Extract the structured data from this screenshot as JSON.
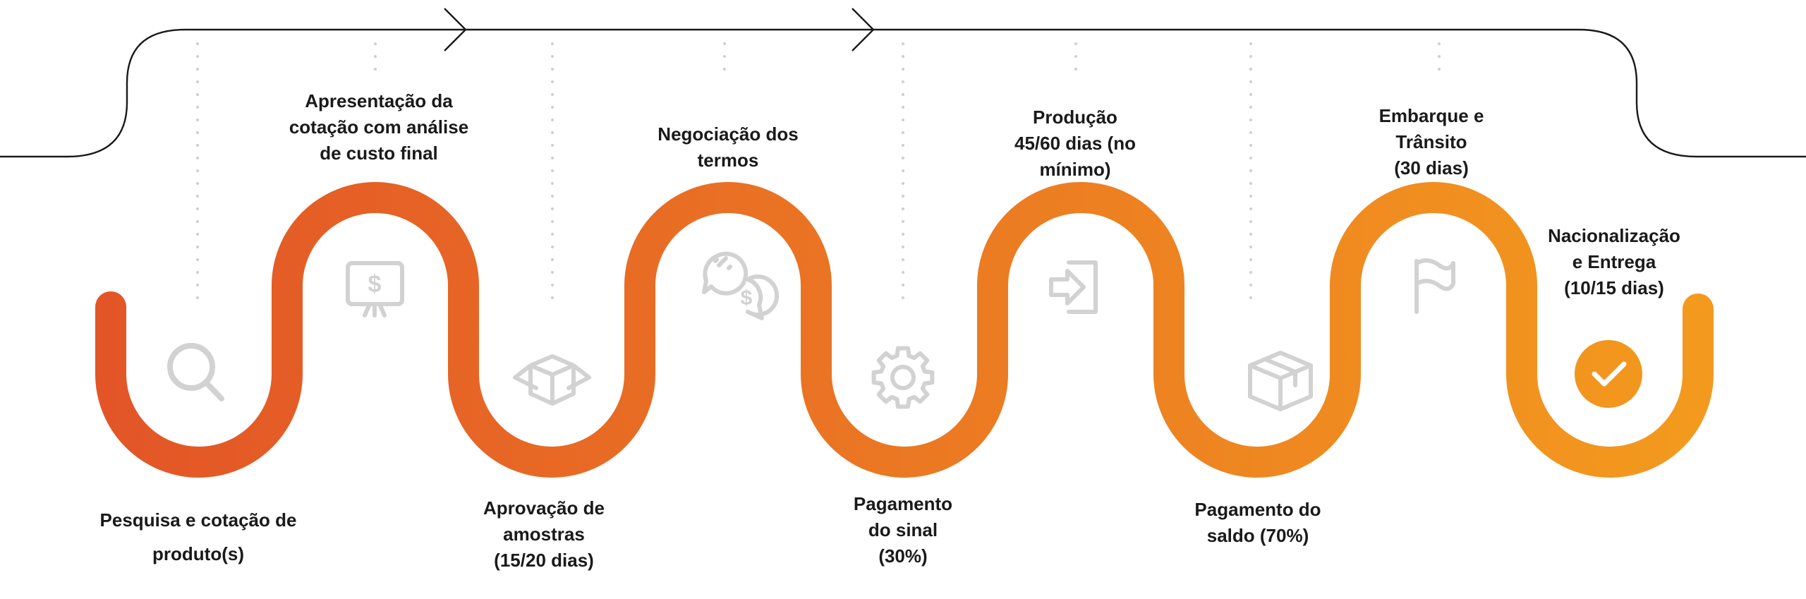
{
  "theme": {
    "gradient_start": "#E35527",
    "gradient_end": "#F39A1E",
    "icon_color": "#D2D2D2",
    "dot_color": "#CFCFCF",
    "top_line_color": "#1A1A1A",
    "text_color": "#1A1A1A"
  },
  "steps": [
    {
      "id": "pesquisa",
      "icon": "search-icon",
      "label_lines": [
        "Pesquisa e cotação de",
        "produto(s)"
      ]
    },
    {
      "id": "apresentacao",
      "icon": "presentation-board-dollar-icon",
      "label_lines": [
        "Apresentação da",
        "cotação com análise",
        "de  custo final"
      ]
    },
    {
      "id": "aprovacao",
      "icon": "open-box-icon",
      "label_lines": [
        "Aprovação de",
        "amostras",
        "(15/20 dias)"
      ]
    },
    {
      "id": "negociacao",
      "icon": "chat-bubbles-percent-dollar-icon",
      "label_lines": [
        "Negociação dos",
        "termos"
      ]
    },
    {
      "id": "pagamento-sinal",
      "icon": "gear-icon",
      "label_lines": [
        "Pagamento",
        "do sinal",
        "(30%)"
      ]
    },
    {
      "id": "producao",
      "icon": "login-arrow-icon",
      "label_lines": [
        "Produção",
        "45/60 dias (no",
        "mínimo)"
      ]
    },
    {
      "id": "pagamento-saldo",
      "icon": "box-icon",
      "label_lines": [
        "Pagamento do",
        "saldo (70%)"
      ]
    },
    {
      "id": "embarque",
      "icon": "flag-icon",
      "label_lines": [
        "Embarque e",
        "Trânsito",
        "(30 dias)"
      ]
    },
    {
      "id": "nacionalizacao",
      "icon": "check-circle-icon",
      "label_lines": [
        "Nacionalização",
        "e Entrega",
        "(10/15 dias)"
      ]
    }
  ]
}
